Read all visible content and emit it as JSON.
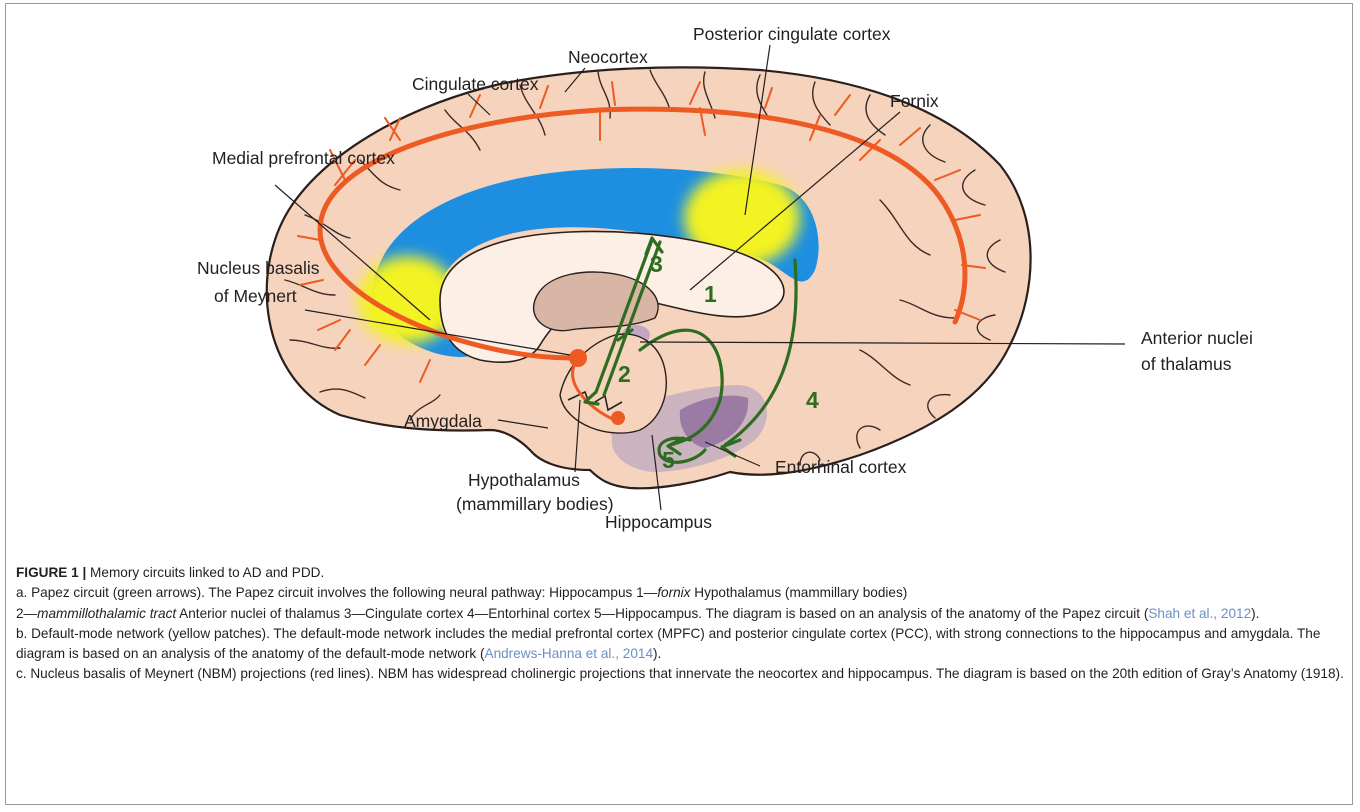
{
  "labels": {
    "posterior_cingulate": "Posterior cingulate cortex",
    "neocortex": "Neocortex",
    "cingulate": "Cingulate cortex",
    "fornix": "Fornix",
    "mpfc": "Medial prefrontal cortex",
    "nbm_line1": "Nucleus basalis",
    "nbm_line2": "of Meynert",
    "anterior_nuclei_line1": "Anterior nuclei",
    "anterior_nuclei_line2": "of thalamus",
    "amygdala": "Amygdala",
    "entorhinal": "Entorhinal cortex",
    "hypothalamus_line1": "Hypothalamus",
    "hypothalamus_line2": "(mammillary bodies)",
    "hippocampus": "Hippocampus"
  },
  "circuit_numbers": [
    "1",
    "2",
    "3",
    "4",
    "5"
  ],
  "colors": {
    "brain_fill": "#f6d3bd",
    "brain_outline": "#2a1f1c",
    "nbm_projection": "#ee5a24",
    "default_mode_patch": "#f3f221",
    "cingulate_band": "#1e8fe0",
    "papez_arrow": "#2e6d1f",
    "thalamus": "#d9b5a6",
    "hippocampal_region": "#9a7fa8"
  },
  "caption": {
    "fig_label": "FIGURE 1 |",
    "title": " Memory circuits linked to AD and PDD.",
    "a_1": "a. Papez circuit (green arrows). The Papez circuit involves the following neural pathway: Hippocampus 1—",
    "a_2": "fornix",
    "a_3": " Hypothalamus (mammillary bodies)",
    "a_4": "2—",
    "a_5": "mammillothalamic tract",
    "a_6": " Anterior nuclei of thalamus 3—Cingulate cortex 4—Entorhinal cortex 5—Hippocampus. The diagram is based on an analysis of the anatomy of the Papez circuit (",
    "a_cite": "Shah et al., 2012",
    "a_7": ").",
    "b_1": "b. Default-mode network (yellow patches). The default-mode network includes the medial prefrontal cortex (MPFC) and posterior cingulate cortex (PCC), with strong connections to the hippocampus and amygdala. The diagram is based on an analysis of the anatomy of the default-mode network (",
    "b_cite": "Andrews-Hanna et al., 2014",
    "b_2": ").",
    "c": "c. Nucleus basalis of Meynert (NBM) projections (red lines). NBM has widespread cholinergic projections that innervate the neocortex and hippocampus. The diagram is based on the 20th edition of Gray’s Anatomy (1918)."
  }
}
